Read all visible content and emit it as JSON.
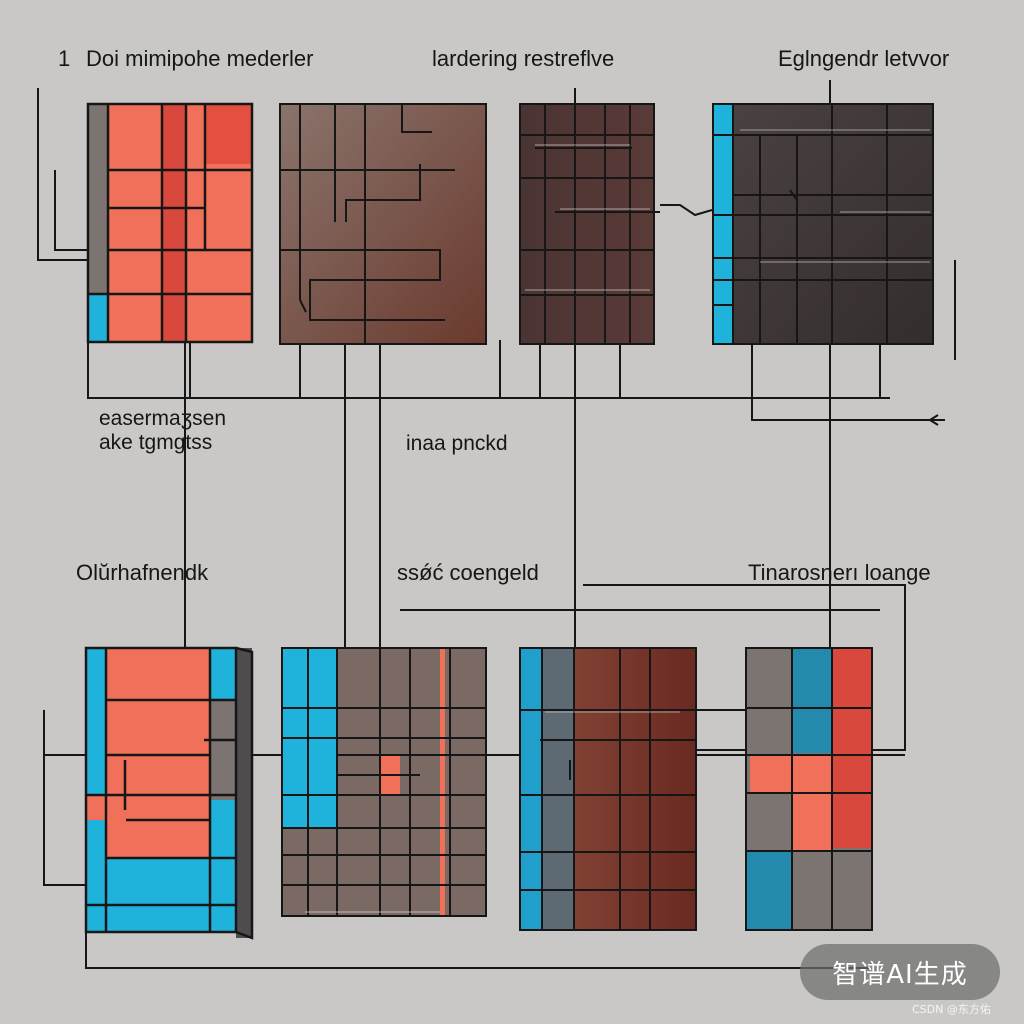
{
  "diagram": {
    "top_labels": [
      {
        "number": "1",
        "text": "Doi mimipohe mederler"
      },
      {
        "text": "lardering restreflve"
      },
      {
        "text": "Eglngendr letvvor"
      }
    ],
    "mid_labels": [
      {
        "lines": [
          "easermaʒsen",
          "ake  tgmgtss"
        ]
      },
      {
        "text": "inaa  pnckd"
      }
    ],
    "lower_labels": [
      {
        "text": "Olŭrhafnendk"
      },
      {
        "text": "ssǿć coengeld"
      },
      {
        "text": "Tinarosnerı loange"
      }
    ],
    "colors": {
      "background": "#c9c8c6",
      "coral": "#f0705a",
      "red": "#d9483c",
      "cyan": "#1fb3dc",
      "brown": "#6e5048",
      "dark": "#3e3535",
      "gray": "#7b7471",
      "line": "#161616"
    }
  },
  "watermark": {
    "text": "智谱AI生成"
  },
  "source_credit": {
    "text": "CSDN @东方佑"
  }
}
